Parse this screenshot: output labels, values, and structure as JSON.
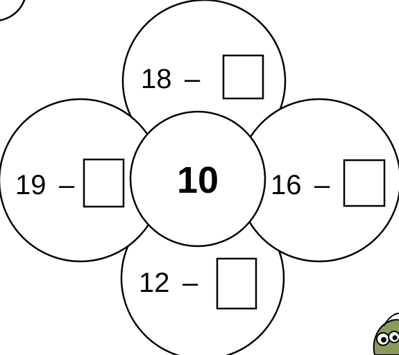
{
  "center": {
    "value": "10"
  },
  "petals": {
    "top": {
      "minuend": "18",
      "operator": "–"
    },
    "left": {
      "minuend": "19",
      "operator": "–"
    },
    "right": {
      "minuend": "16",
      "operator": "–"
    },
    "bottom": {
      "minuend": "12",
      "operator": "–"
    }
  },
  "colors": {
    "ink": "#000000",
    "paper": "#ffffff",
    "mascot": "#8a9a5b"
  },
  "icons": {
    "mascot": "turtle-mascot-icon",
    "corner": "corner-badge-icon"
  }
}
